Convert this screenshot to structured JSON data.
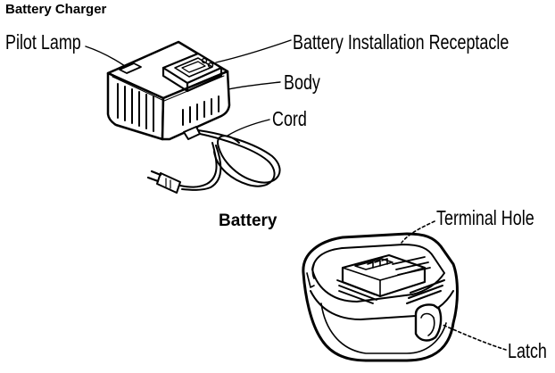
{
  "charger": {
    "title": "Battery Charger",
    "labels": {
      "pilot_lamp": "Pilot Lamp",
      "receptacle": "Battery Installation Receptacle",
      "body": "Body",
      "cord": "Cord"
    }
  },
  "battery": {
    "title": "Battery",
    "labels": {
      "terminal_hole": "Terminal Hole",
      "latch": "Latch"
    }
  }
}
